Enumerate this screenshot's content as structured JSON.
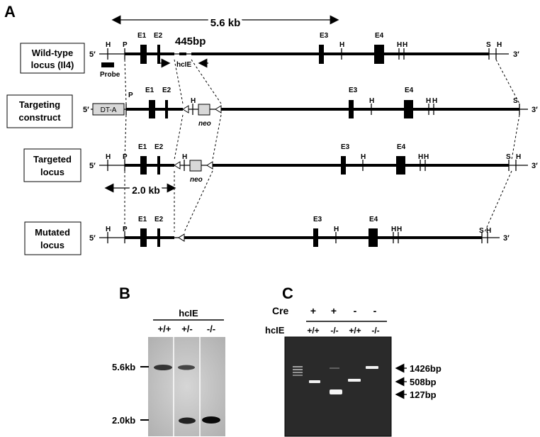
{
  "panel_a": {
    "letter": "A",
    "span_5_6": "5.6 kb",
    "span_2_0": "2.0 kb",
    "label_445": "445bp",
    "hcie": "hcIE",
    "probe": "Probe",
    "dta": "DT-A",
    "neo": "neo",
    "five_prime": "5′",
    "three_prime": "3′",
    "rows": [
      {
        "line1": "Wild-type",
        "line2": "locus (Il4)"
      },
      {
        "line1": "Targeting",
        "line2": "construct"
      },
      {
        "line1": "Targeted",
        "line2": "locus"
      },
      {
        "line1": "Mutated",
        "line2": "locus"
      }
    ],
    "exons": [
      "E1",
      "E2",
      "E3",
      "E4"
    ],
    "site_h": "H",
    "site_p": "P",
    "site_s": "S"
  },
  "panel_b": {
    "letter": "B",
    "header": "hcIE",
    "lanes": [
      "+/+",
      "+/-",
      "-/-"
    ],
    "markers": [
      "5.6kb",
      "2.0kb"
    ]
  },
  "panel_c": {
    "letter": "C",
    "cre_label": "Cre",
    "cre_values": [
      "+",
      "+",
      "-",
      "-"
    ],
    "hcie_label": "hcIE",
    "genotypes": [
      "+/+",
      "-/-",
      "+/+",
      "-/-"
    ],
    "bands": [
      "1426bp",
      "508bp",
      "127bp"
    ]
  },
  "colors": {
    "gel_b": "#c8c8c8",
    "gel_c": "#2a2a2a",
    "neo_box": "#d8d8d8"
  }
}
